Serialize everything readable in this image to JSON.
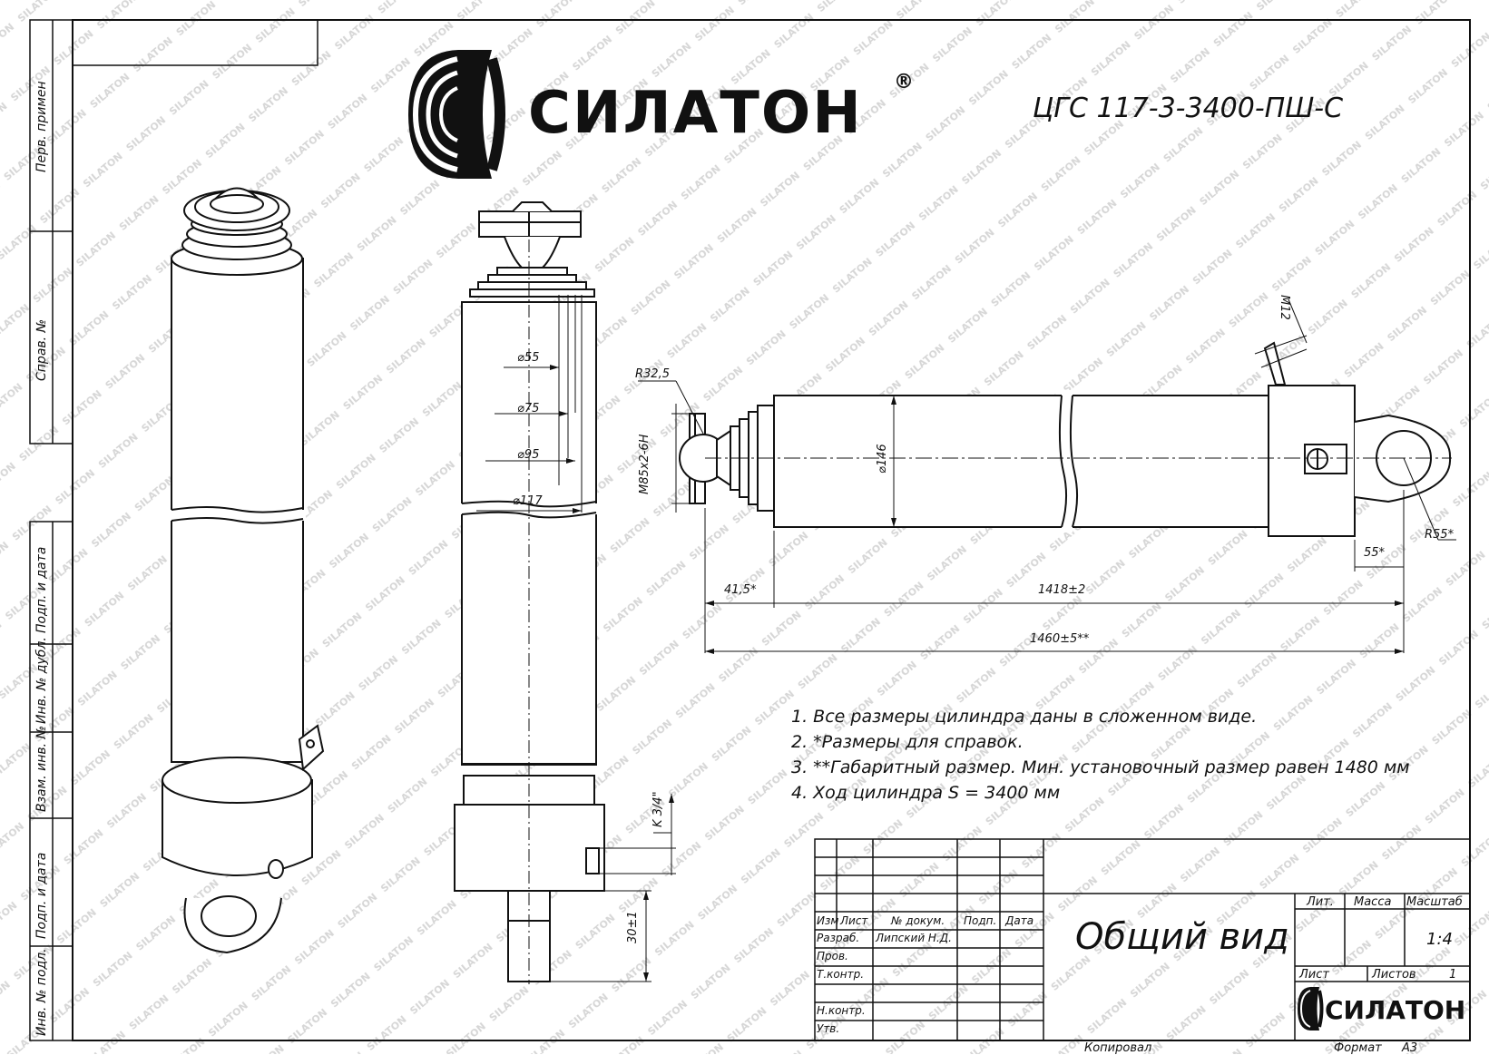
{
  "brand": {
    "name": "СИЛАТОН",
    "registered": "®",
    "watermark": "SILATON"
  },
  "drawing": {
    "designation": "ЦГС 117-3-3400-ПШ-С",
    "title": "Общий вид"
  },
  "side_stamp": {
    "labels": [
      "Перв. примен",
      "Справ. №",
      "Подп. и дата",
      "Инв. № дубл.",
      "Взам. инв. №",
      "Подп. и дата",
      "Инв. № подл."
    ]
  },
  "dimensions": {
    "d55": "⌀55",
    "d75": "⌀75",
    "d95": "⌀95",
    "d117": "⌀117",
    "r32": "R32,5",
    "m85": "M85x2-6H",
    "d146": "⌀146",
    "m12": "M12",
    "r55": "R55*",
    "w55": "55*",
    "l41": "41,5*",
    "l1418": "1418±2",
    "l1460": "1460±5**",
    "k34": "K 3/4\"",
    "l30": "30±1"
  },
  "notes": [
    "1. Все размеры цилиндра даны в сложенном виде.",
    "2.  *Размеры для справок.",
    "3.  **Габаритный размер. Мин. установочный размер равен 1480 мм",
    "4. Ход цилиндра S = 3400 мм"
  ],
  "title_block": {
    "headers": {
      "izm": "Изм",
      "list": "Лист",
      "ndoc": "№ докум.",
      "podp": "Подп.",
      "data": "Дата"
    },
    "rows": [
      "Разраб.",
      "Пров.",
      "Т.контр.",
      "",
      "Н.контр.",
      "Утв."
    ],
    "developer": "Липский Н.Д.",
    "lit": "Лит.",
    "massa": "Масса",
    "masshtab": "Масштаб",
    "scale": "1:4",
    "list_label": "Лист",
    "listov_label": "Листов",
    "listov": "1",
    "kopiroval": "Копировал",
    "format_label": "Формат",
    "format": "А3"
  }
}
